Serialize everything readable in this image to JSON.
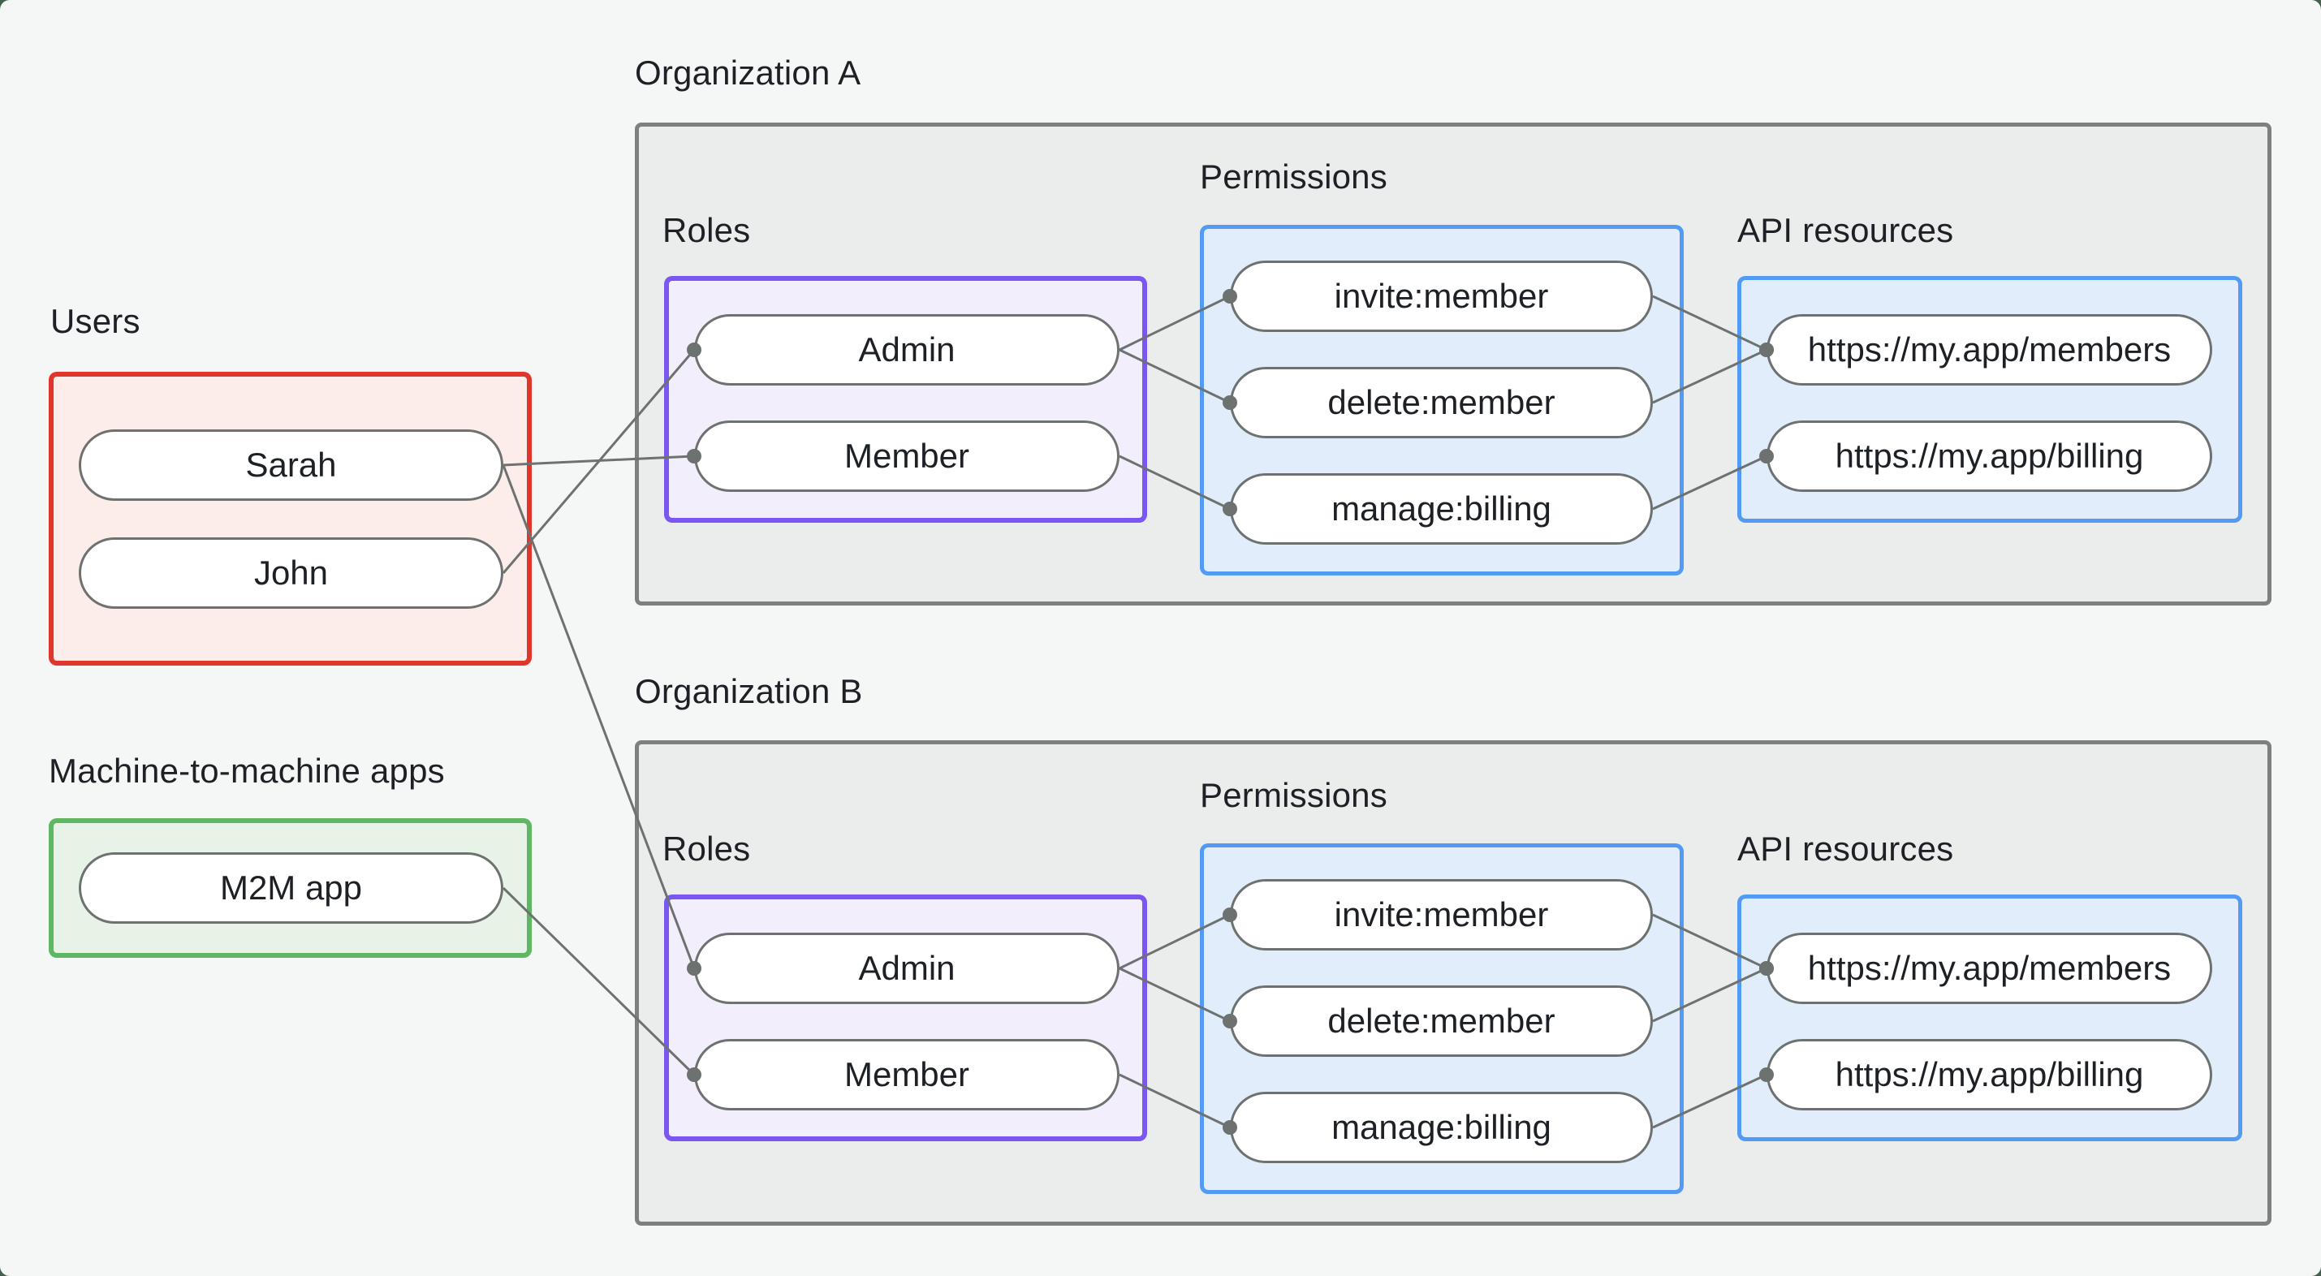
{
  "groups": {
    "users": {
      "label": "Users",
      "items": [
        "Sarah",
        "John"
      ]
    },
    "m2m": {
      "label": "Machine-to-machine apps",
      "items": [
        "M2M app"
      ]
    }
  },
  "organizations": [
    {
      "title": "Organization A",
      "roles": {
        "label": "Roles",
        "items": [
          "Admin",
          "Member"
        ]
      },
      "permissions": {
        "label": "Permissions",
        "items": [
          "invite:member",
          "delete:member",
          "manage:billing"
        ]
      },
      "api_resources": {
        "label": "API resources",
        "items": [
          "https://my.app/members",
          "https://my.app/billing"
        ]
      }
    },
    {
      "title": "Organization B",
      "roles": {
        "label": "Roles",
        "items": [
          "Admin",
          "Member"
        ]
      },
      "permissions": {
        "label": "Permissions",
        "items": [
          "invite:member",
          "delete:member",
          "manage:billing"
        ]
      },
      "api_resources": {
        "label": "API resources",
        "items": [
          "https://my.app/members",
          "https://my.app/billing"
        ]
      }
    }
  ],
  "connections": [
    {
      "from": "sarah",
      "to": "a-member"
    },
    {
      "from": "john",
      "to": "a-admin"
    },
    {
      "from": "sarah",
      "to": "b-admin"
    },
    {
      "from": "m2m",
      "to": "b-member"
    },
    {
      "from": "a-admin",
      "to": "a-invite"
    },
    {
      "from": "a-admin",
      "to": "a-delete"
    },
    {
      "from": "a-member",
      "to": "a-manage"
    },
    {
      "from": "a-invite",
      "to": "a-members"
    },
    {
      "from": "a-delete",
      "to": "a-members"
    },
    {
      "from": "a-manage",
      "to": "a-billing"
    },
    {
      "from": "b-admin",
      "to": "b-invite"
    },
    {
      "from": "b-admin",
      "to": "b-delete"
    },
    {
      "from": "b-member",
      "to": "b-manage"
    },
    {
      "from": "b-invite",
      "to": "b-members"
    },
    {
      "from": "b-delete",
      "to": "b-members"
    },
    {
      "from": "b-manage",
      "to": "b-billing"
    }
  ],
  "colors": {
    "line": "#6d7271",
    "text": "#1d2126",
    "page_bg": "#f5f7f6",
    "corner_bg": "#44604e",
    "org_fill": "#ebedec",
    "org_border": "#7c8180",
    "users_border": "#e0352b",
    "users_fill": "#fcecea",
    "m2m_border": "#5fb663",
    "m2m_fill": "#e8f3e7",
    "roles_border": "#7a56f3",
    "roles_fill": "#f3eefb",
    "blue_border": "#529af3",
    "blue_fill": "#e1edfb",
    "pill_fill": "#ffffff"
  }
}
